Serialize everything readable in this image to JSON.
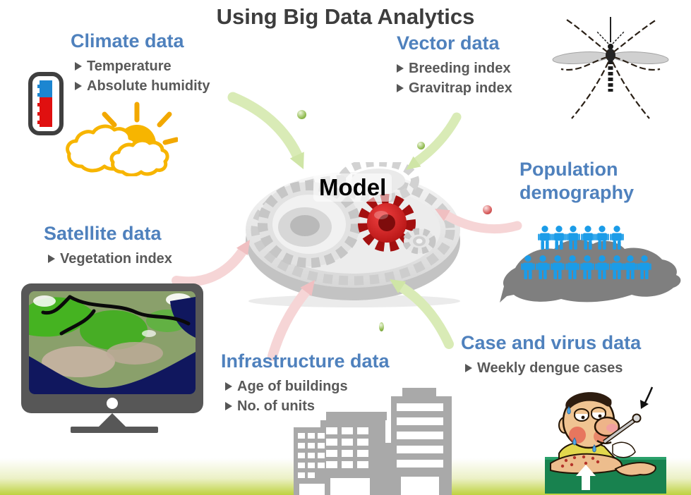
{
  "title": "Using Big Data Analytics",
  "model_label": "Model",
  "sections": {
    "climate": {
      "heading": "Climate data",
      "bullets": [
        "Temperature",
        "Absolute humidity"
      ]
    },
    "vector": {
      "heading": "Vector data",
      "bullets": [
        "Breeding index",
        "Gravitrap index"
      ]
    },
    "population": {
      "heading": "Population demography",
      "bullets": []
    },
    "satellite": {
      "heading": "Satellite data",
      "bullets": [
        "Vegetation index"
      ]
    },
    "infrastructure": {
      "heading": "Infrastructure data",
      "bullets": [
        "Age of buildings",
        "No. of units"
      ]
    },
    "case_virus": {
      "heading": "Case and virus data",
      "bullets": [
        "Weekly dengue cases"
      ]
    }
  },
  "icons": {
    "thermometer-icon": "thermometer",
    "sun-clouds-icon": "sun behind clouds",
    "mosquito-icon": "aedes mosquito",
    "population-map-icon": "Singapore map with people pictograms",
    "monitor-icon": "monitor showing satellite imagery",
    "gears-icon": "model gears",
    "buildings-icon": "city buildings",
    "sick-person-icon": "sick man with thermometer"
  },
  "colors": {
    "heading_blue": "#4f81bd",
    "body_text_gray": "#595959",
    "title_gray": "#3d3d3d",
    "arrow_green": "#d9ebb6",
    "arrow_pink": "#f6d5d6",
    "gear_red": "#c01616",
    "people_blue": "#1b9ce8",
    "map_gray": "#7f7f7f",
    "building_gray": "#a9a9a9",
    "monitor_gray": "#575757",
    "bottom_green": "#bed23f"
  }
}
